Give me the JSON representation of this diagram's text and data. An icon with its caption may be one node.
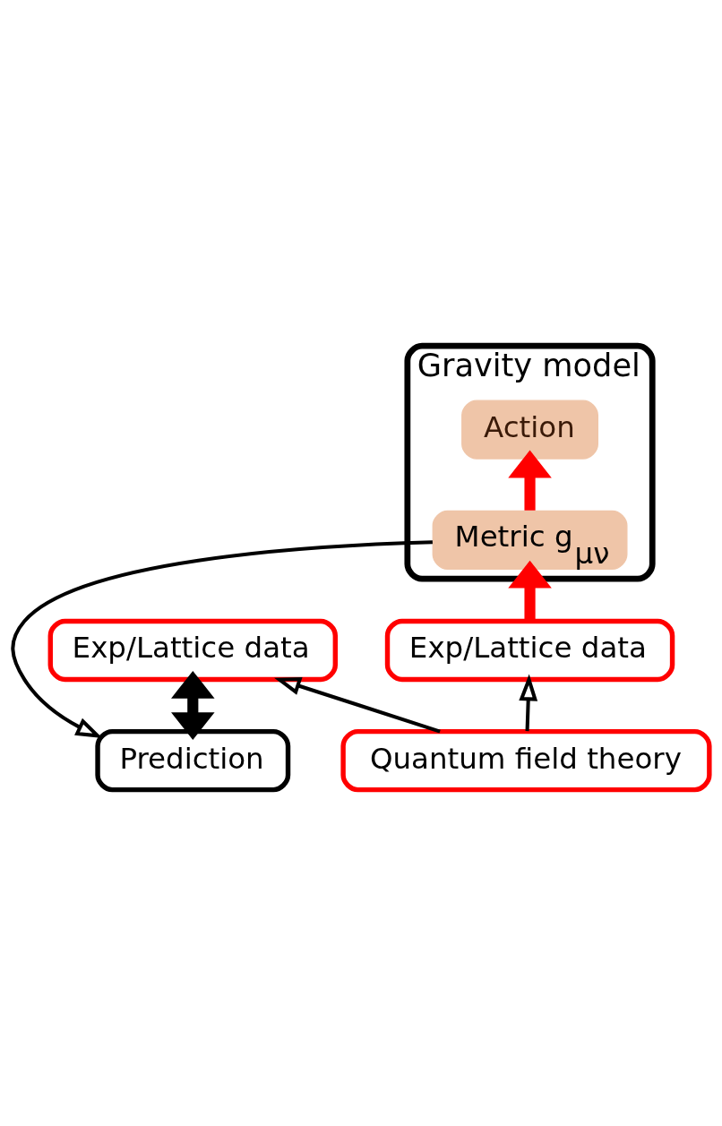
{
  "diagram": {
    "nodes": [
      {
        "text": [
          "Gravity model"
        ]
      },
      {
        "text": [
          "Action"
        ],
        "in": 0
      },
      {
        "text": [
          "Metric g$_{μν}$"
        ],
        "in": 0
      },
      {
        "text": [
          "Prediction"
        ]
      },
      {
        "text": [
          "Exp/Lattice data"
        ]
      },
      {
        "text": [
          "Exp/Lattice data"
        ]
      },
      {
        "text": [
          "Quantum field theory"
        ]
      }
    ],
    "edges": [
      {
        "from": 2,
        "to": 1,
        "arrow": "to",
        "style": "thick",
        "color": "#ff0000"
      },
      {
        "from": 4,
        "to": 2,
        "arrow": "to",
        "style": "thick",
        "color": "#ff0000"
      },
      {
        "from": 2,
        "to": 3,
        "arrow": "to"
      },
      {
        "from": 3,
        "to": 5,
        "arrow": "both",
        "style": "thick"
      },
      {
        "from": 6,
        "to": 4,
        "arrow": "to"
      },
      {
        "from": 6,
        "to": 5,
        "arrow": "to"
      }
    ]
  }
}
